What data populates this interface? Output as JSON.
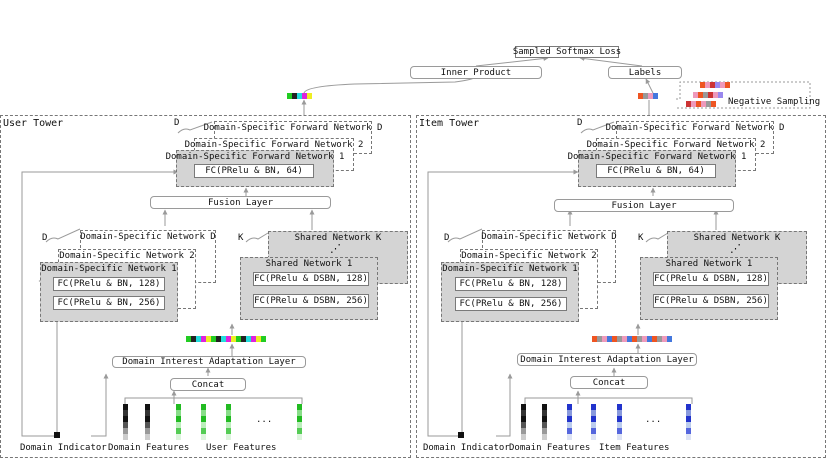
{
  "loss": "Sampled Softmax Loss",
  "inner_product": "Inner Product",
  "labels": "Labels",
  "negative_sampling": "Negative Sampling",
  "towers": {
    "user": {
      "title": "User Tower",
      "fwd_d": "Domain-Specific Forward Network D",
      "fwd_2": "Domain-Specific Forward Network 2",
      "fwd_1": "Domain-Specific Forward Network 1",
      "fwd_fc": "FC(PRelu & BN, 64)",
      "fusion": "Fusion Layer",
      "dsn_d": "Domain-Specific Network D",
      "dsn_2": "Domain-Specific Network 2",
      "dsn_1": "Domain-Specific Network 1",
      "dsn_fc1": "FC(PRelu & BN, 128)",
      "dsn_fc2": "FC(PRelu & BN, 256)",
      "sh_k": "Shared Network K",
      "sh_1": "Shared Network 1",
      "sh_fc1": "FC(PRelu & DSBN, 128)",
      "sh_fc2": "FC(PRelu & DSBN, 256)",
      "dial": "Domain Interest Adaptation Layer",
      "concat": "Concat",
      "domain_indicator": "Domain Indicator",
      "domain_features": "Domain Features",
      "features": "User Features",
      "d": "D",
      "k": "K",
      "ellipsis": "...",
      "vdots": "⋰"
    },
    "item": {
      "title": "Item Tower",
      "fwd_d": "Domain-Specific Forward Network D",
      "fwd_2": "Domain-Specific Forward Network 2",
      "fwd_1": "Domain-Specific Forward Network 1",
      "fwd_fc": "FC(PRelu & BN, 64)",
      "fusion": "Fusion Layer",
      "dsn_d": "Domain-Specific Network D",
      "dsn_2": "Domain-Specific Network 2",
      "dsn_1": "Domain-Specific Network 1",
      "dsn_fc1": "FC(PRelu & BN, 128)",
      "dsn_fc2": "FC(PRelu & BN, 256)",
      "sh_k": "Shared Network K",
      "sh_1": "Shared Network 1",
      "sh_fc1": "FC(PRelu & DSBN, 128)",
      "sh_fc2": "FC(PRelu & DSBN, 256)",
      "dial": "Domain Interest Adaptation Layer",
      "concat": "Concat",
      "domain_indicator": "Domain Indicator",
      "domain_features": "Domain Features",
      "features": "Item Features",
      "d": "D",
      "k": "K",
      "ellipsis": "...",
      "vdots": "⋰"
    }
  },
  "colors": {
    "gray_box": "#d4d4d4",
    "user_embedding": [
      "#22cc22",
      "#222222",
      "#22dddd",
      "#dd22dd",
      "#eeee22"
    ],
    "item_embedding": [
      "#ee5522",
      "#999999",
      "#ee99bb",
      "#4477dd"
    ],
    "user_concat_bar": [
      "#22cc22",
      "#222222",
      "#22dddd",
      "#dd22dd",
      "#eeee22",
      "#22cc22",
      "#222222",
      "#22dddd",
      "#dd22dd",
      "#eeee22",
      "#22cc22",
      "#222222",
      "#22dddd",
      "#dd22dd",
      "#eeee22",
      "#22cc22"
    ],
    "item_concat_bar": [
      "#ee5522",
      "#999999",
      "#ee99bb",
      "#4477dd",
      "#ee5522",
      "#999999",
      "#ee99bb",
      "#4477dd",
      "#ee5522",
      "#999999",
      "#ee99bb",
      "#4477dd",
      "#ee5522",
      "#999999",
      "#ee99bb",
      "#4477dd"
    ],
    "domain_feature_column": [
      "#111111",
      "#333333",
      "#111111",
      "#555555",
      "#999999",
      "#cccccc"
    ],
    "user_feature_column": [
      "#22bb22",
      "#88dd88",
      "#22bb22",
      "#bbeebb",
      "#55cc55",
      "#ddf5dd"
    ],
    "item_feature_column": [
      "#2233cc",
      "#8899dd",
      "#2233cc",
      "#bbccee",
      "#5566dd",
      "#dde3f5"
    ],
    "negative_sample_1": [
      "#ee5522",
      "#ee99bb",
      "#cc3333",
      "#9988ee",
      "#ee99bb",
      "#ee5522"
    ],
    "negative_sample_2": [
      "#ee99bb",
      "#ee5522",
      "#999999",
      "#cc3333",
      "#ee99bb",
      "#9988ee"
    ],
    "negative_sample_3": [
      "#cc3333",
      "#ee99bb",
      "#ee5522",
      "#ee99bb",
      "#999999",
      "#ee5522"
    ]
  }
}
